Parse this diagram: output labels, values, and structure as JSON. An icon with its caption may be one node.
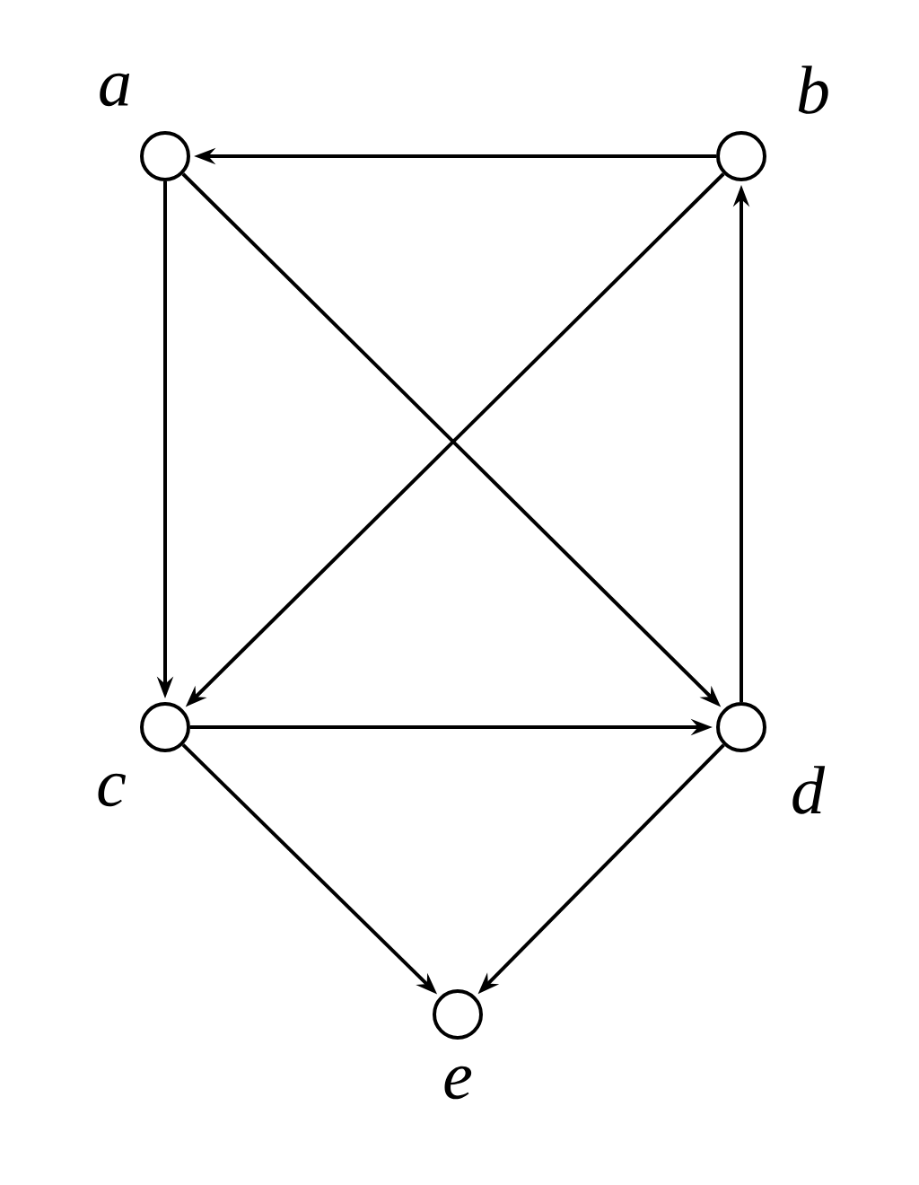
{
  "diagram": {
    "nodes": [
      {
        "text": [
          "a"
        ]
      },
      {
        "text": [
          "b"
        ]
      },
      {
        "text": [
          "c"
        ]
      },
      {
        "text": [
          "d"
        ]
      },
      {
        "text": [
          "e"
        ]
      }
    ],
    "edges": [
      {
        "from": 1,
        "to": 0,
        "arrow": "to"
      },
      {
        "from": 0,
        "to": 2,
        "arrow": "to"
      },
      {
        "from": 0,
        "to": 3,
        "arrow": "to"
      },
      {
        "from": 1,
        "to": 2,
        "arrow": "to"
      },
      {
        "from": 2,
        "to": 3,
        "arrow": "to"
      },
      {
        "from": 3,
        "to": 1,
        "arrow": "to"
      },
      {
        "from": 2,
        "to": 4,
        "arrow": "to"
      },
      {
        "from": 3,
        "to": 4,
        "arrow": "to"
      }
    ]
  }
}
